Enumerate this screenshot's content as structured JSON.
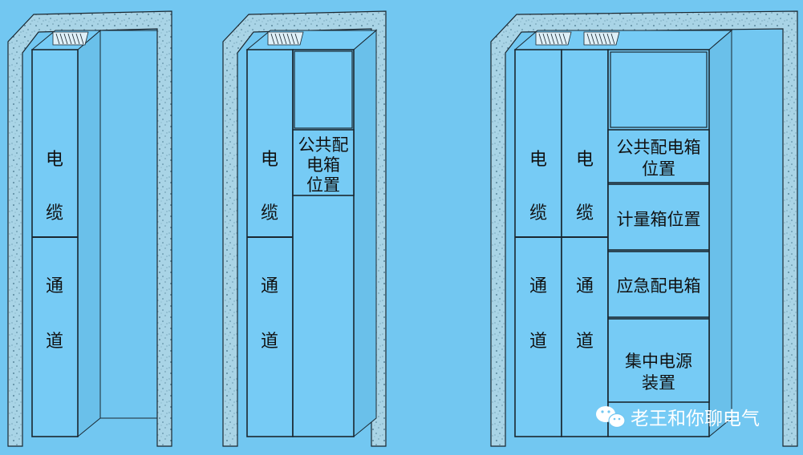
{
  "colors": {
    "background": "#72c7f1",
    "box_fill": "#76cbf5",
    "side_fill": "#6ac0ea",
    "line": "#1a2730",
    "wall_fill": "#a9d4e6",
    "wall_speck": "#3f6f85"
  },
  "diagrams": [
    {
      "id": "left",
      "cable_channels": [
        {
          "top_chars": [
            "电",
            "缆"
          ],
          "bottom_chars": [
            "通",
            "道"
          ]
        }
      ],
      "cabinet_slots": []
    },
    {
      "id": "middle",
      "cable_channels": [
        {
          "top_chars": [
            "电",
            "缆"
          ],
          "bottom_chars": [
            "通",
            "道"
          ]
        }
      ],
      "cabinet_slots": [
        {
          "lines": []
        },
        {
          "lines": [
            "公共配",
            "电箱",
            "位置"
          ]
        },
        {
          "lines": []
        }
      ]
    },
    {
      "id": "right",
      "cable_channels": [
        {
          "top_chars": [
            "电",
            "缆"
          ],
          "bottom_chars": [
            "通",
            "道"
          ]
        },
        {
          "top_chars": [
            "电",
            "缆"
          ],
          "bottom_chars": [
            "通",
            "道"
          ]
        }
      ],
      "cabinet_slots": [
        {
          "lines": []
        },
        {
          "lines": [
            "公共配电箱",
            "位置"
          ]
        },
        {
          "lines": [
            "计量箱位置"
          ]
        },
        {
          "lines": [
            "应急配电箱"
          ]
        },
        {
          "lines": [
            "集中电源",
            "装置"
          ]
        }
      ]
    }
  ],
  "watermark": {
    "icon": "wechat-icon",
    "text": "老王和你聊电气"
  }
}
